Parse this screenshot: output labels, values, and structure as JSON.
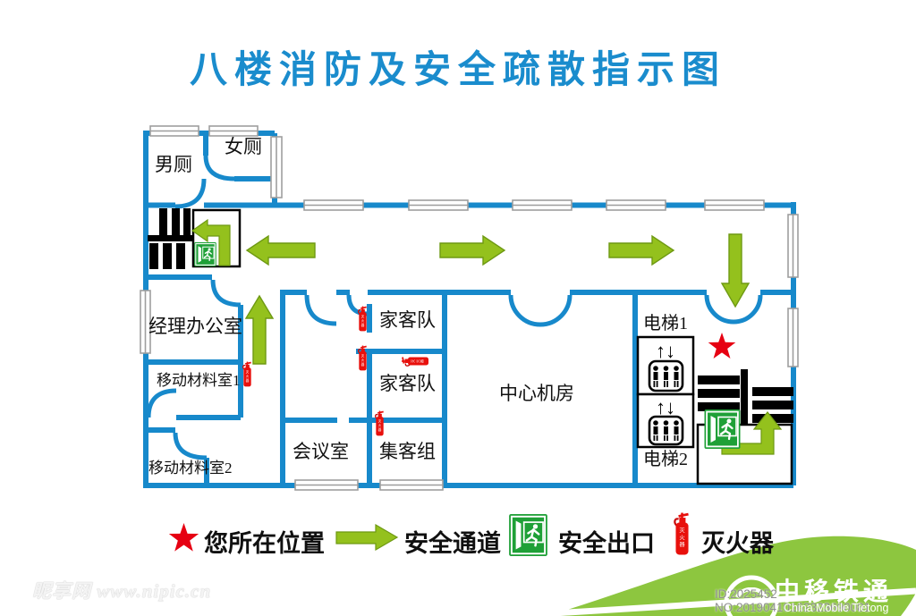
{
  "title": "八楼消防及安全疏散指示图",
  "rooms": {
    "men_toilet": "男厕",
    "women_toilet": "女厕",
    "manager_office": "经理办公室",
    "mobile_material_room_1": "移动材料室1",
    "mobile_material_room_2": "移动材料室2",
    "meeting_room": "会议室",
    "home_customer_team_1": "家客队",
    "home_customer_team_2": "家客队",
    "group_customer_team": "集客组",
    "central_machine_room": "中心机房",
    "elevator_1": "电梯1",
    "elevator_2": "电梯2"
  },
  "legend": {
    "your_location": "您所在位置",
    "safe_passage": "安全通道",
    "safe_exit": "安全出口",
    "fire_extinguisher": "灭火器"
  },
  "icons": {
    "extinguisher_label": "灭火器",
    "elevator_direction": "↑↓"
  },
  "watermarks": {
    "site": "昵享网 www.nipic.cn",
    "id_no": "ID:2025452 NO:20190410162323690081",
    "brand_cn": "中移铁通",
    "brand_en": "China Mobile Tietong"
  },
  "colors": {
    "wall": "#1789CB",
    "title": "#1A8CCD",
    "arrow": "#94C11D",
    "exit_green": "#1FA037",
    "alert_red": "#E8100C",
    "swoosh": "#8DC63F"
  }
}
